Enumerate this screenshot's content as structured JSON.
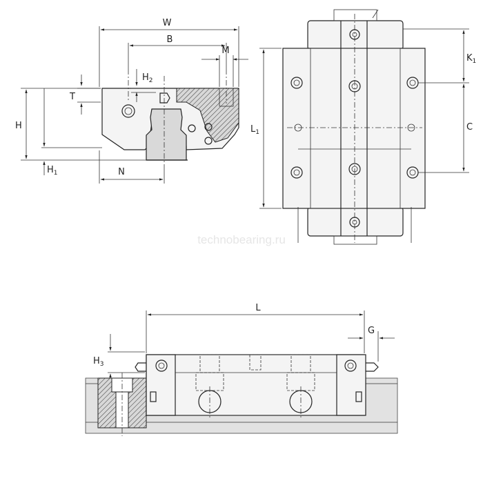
{
  "watermark": "technobearing.ru",
  "labels": {
    "W": "W",
    "B": "B",
    "M": "M",
    "H2_main": "H",
    "H2_sub": "2",
    "T": "T",
    "H": "H",
    "H1_main": "H",
    "H1_sub": "1",
    "N": "N",
    "L1_main": "L",
    "L1_sub": "1",
    "K1_main": "K",
    "K1_sub": "1",
    "C": "C",
    "L": "L",
    "G": "G",
    "H3_main": "H",
    "H3_sub": "3"
  },
  "colors": {
    "line": "#222222",
    "body_fill": "#f4f4f4",
    "rail_fill": "#d9d9d9",
    "watermark": "#e6e6e6"
  }
}
